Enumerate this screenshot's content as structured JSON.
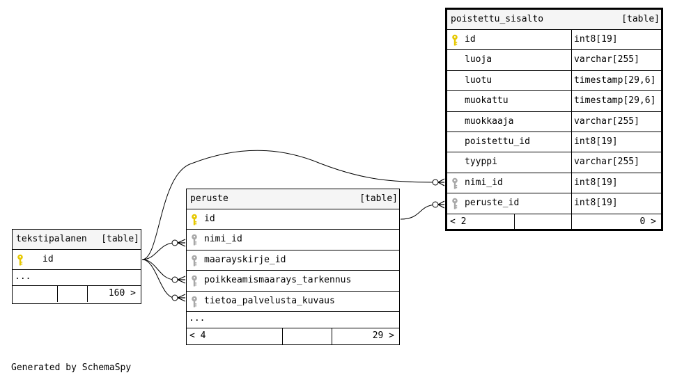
{
  "tables": {
    "poistettu_sisalto": {
      "name": "poistettu_sisalto",
      "kind": "[table]",
      "columns": [
        {
          "name": "id",
          "type": "int8[19]",
          "key": "primary"
        },
        {
          "name": "luoja",
          "type": "varchar[255]",
          "key": "none"
        },
        {
          "name": "luotu",
          "type": "timestamp[29,6]",
          "key": "none"
        },
        {
          "name": "muokattu",
          "type": "timestamp[29,6]",
          "key": "none"
        },
        {
          "name": "muokkaaja",
          "type": "varchar[255]",
          "key": "none"
        },
        {
          "name": "poistettu_id",
          "type": "int8[19]",
          "key": "none"
        },
        {
          "name": "tyyppi",
          "type": "varchar[255]",
          "key": "none"
        },
        {
          "name": "nimi_id",
          "type": "int8[19]",
          "key": "foreign"
        },
        {
          "name": "peruste_id",
          "type": "int8[19]",
          "key": "foreign"
        }
      ],
      "footer_left": "< 2",
      "footer_right": "0 >"
    },
    "peruste": {
      "name": "peruste",
      "kind": "[table]",
      "columns": [
        {
          "name": "id",
          "key": "primary"
        },
        {
          "name": "nimi_id",
          "key": "foreign"
        },
        {
          "name": "maarayskirje_id",
          "key": "foreign"
        },
        {
          "name": "poikkeamismaarays_tarkennus",
          "key": "foreign"
        },
        {
          "name": "tietoa_palvelusta_kuvaus",
          "key": "foreign"
        }
      ],
      "ellipsis": "...",
      "footer_left": "< 4",
      "footer_right": "29 >"
    },
    "tekstipalanen": {
      "name": "tekstipalanen",
      "kind": "[table]",
      "columns": [
        {
          "name": "id",
          "key": "primary"
        }
      ],
      "ellipsis": "...",
      "footer_right": "160 >"
    }
  },
  "colors": {
    "primary_key": "#e6c800",
    "foreign_key": "#a8a8a8",
    "header_bg": "#f5f5f5"
  },
  "footer_note": "Generated by SchemaSpy"
}
